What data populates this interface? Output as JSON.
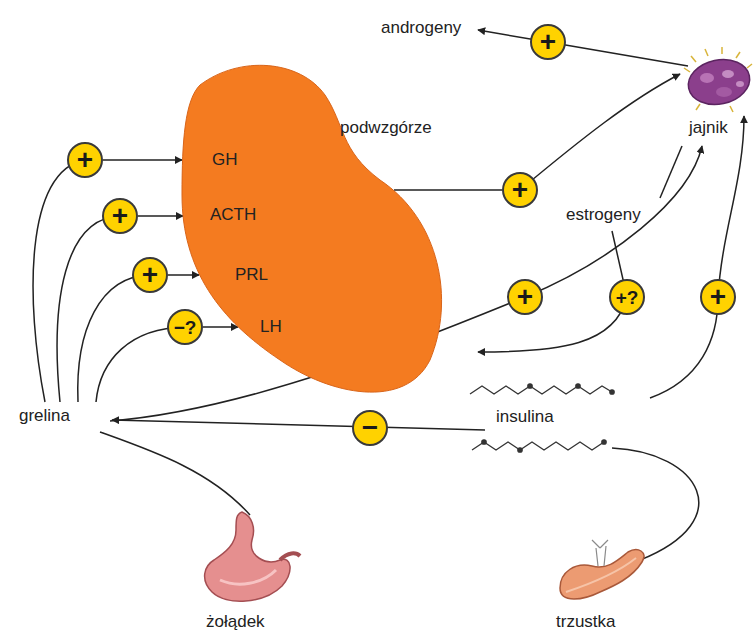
{
  "diagram": {
    "nodes": [
      {
        "text": [
          "podwzgórze",
          "GH",
          "ACTH",
          "PRL",
          "LH"
        ]
      },
      {
        "text": [
          "+"
        ]
      },
      {
        "text": [
          "+"
        ]
      },
      {
        "text": [
          "+"
        ]
      },
      {
        "text": [
          "+"
        ]
      },
      {
        "text": [
          "−?"
        ]
      },
      {
        "text": [
          "+"
        ]
      },
      {
        "text": [
          "+"
        ]
      },
      {
        "text": [
          "+?"
        ]
      },
      {
        "text": [
          "+"
        ]
      },
      {
        "text": [
          "−"
        ]
      }
    ],
    "edges": [
      {
        "from": 2,
        "to": 0,
        "arrow": "to"
      },
      {
        "from": 3,
        "to": 0,
        "arrow": "to"
      },
      {
        "from": 4,
        "to": 0,
        "arrow": "to"
      },
      {
        "from": 5,
        "to": 0,
        "arrow": "to"
      },
      {
        "from": 0,
        "to": 6,
        "arrow": "none"
      }
    ],
    "labels": [
      "androgeny",
      "jajnik",
      "estrogeny",
      "insulina",
      "grelina",
      "żołądek",
      "trzustka"
    ]
  }
}
